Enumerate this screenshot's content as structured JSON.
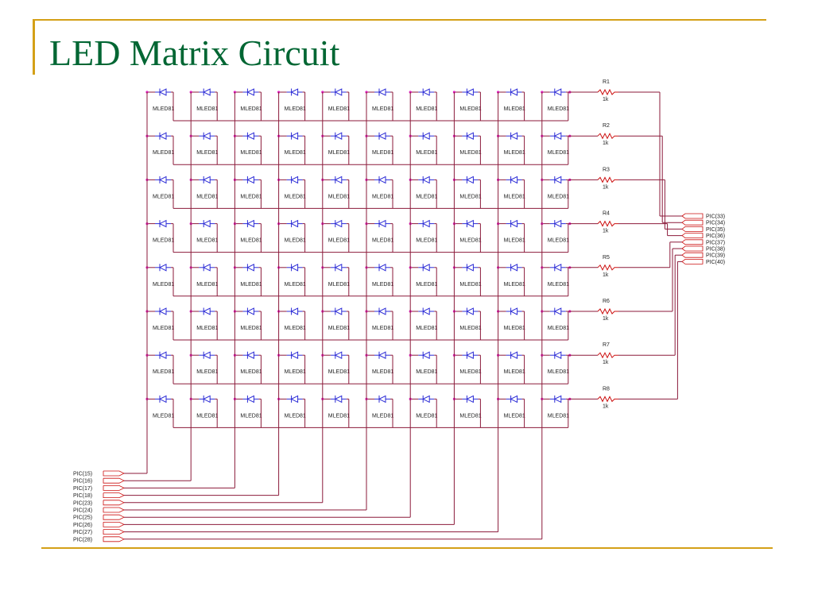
{
  "slide": {
    "title": "LED Matrix Circuit"
  },
  "circuit": {
    "led_part": "MLED81",
    "resistor_value": "1k",
    "resistor_labels": [
      "R1",
      "R2",
      "R3",
      "R4",
      "R5",
      "R6",
      "R7",
      "R8"
    ],
    "row_ports": [
      "PIC(33)",
      "PIC(34)",
      "PIC(35)",
      "PIC(36)",
      "PIC(37)",
      "PIC(38)",
      "PIC(39)",
      "PIC(40)"
    ],
    "column_ports": [
      "PIC(15)",
      "PIC(16)",
      "PIC(17)",
      "PIC(18)",
      "PIC(23)",
      "PIC(24)",
      "PIC(25)",
      "PIC(26)",
      "PIC(27)",
      "PIC(28)"
    ],
    "rows": 8,
    "columns": 10
  },
  "colors": {
    "title": "#006633",
    "accent": "#D4A017",
    "wire": "#8B1A3A",
    "led": "#2B2BD6",
    "node": "#E020C0",
    "port": "#CC1010",
    "label": "#222222"
  }
}
